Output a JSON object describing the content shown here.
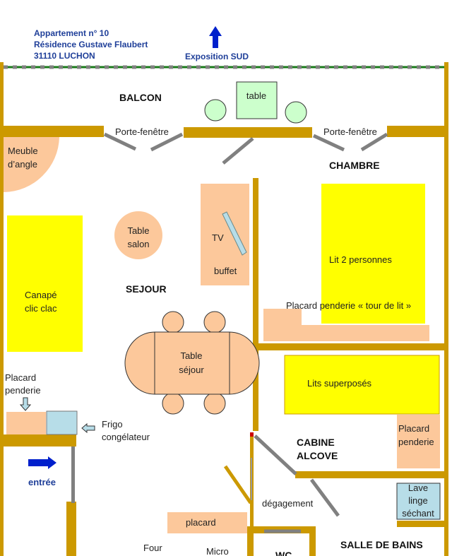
{
  "header": {
    "address_line1": "Appartement n° 10",
    "address_line2": "Résidence Gustave Flaubert",
    "address_line3": "31110 LUCHON",
    "exposure": "Exposition  SUD"
  },
  "colors": {
    "wall": "#cc9900",
    "furniture": "#fcc89b",
    "bed": "#ffff00",
    "appliance": "#b7dde8",
    "balcony_furniture": "#ccffcc",
    "door": "#808080",
    "text_blue": "#1f3f99",
    "arrow_blue": "#0020cc"
  },
  "rooms": {
    "balcon": "BALCON",
    "chambre": "CHAMBRE",
    "sejour": "SEJOUR",
    "cabine_alcove_1": "CABINE",
    "cabine_alcove_2": "ALCOVE",
    "salle_de_bains": "SALLE DE BAINS",
    "wc": "WC",
    "degagement": "dégagement"
  },
  "labels": {
    "porte_fenetre_left": "Porte-fenêtre",
    "porte_fenetre_right": "Porte-fenêtre",
    "balcony_table": "table",
    "meuble_angle_1": "Meuble",
    "meuble_angle_2": "d’angle",
    "table_salon_1": "Table",
    "table_salon_2": "salon",
    "tv": "TV",
    "buffet": "buffet",
    "canape_1": "Canapé",
    "canape_2": "clic clac",
    "table_sejour_1": "Table",
    "table_sejour_2": "séjour",
    "placard_penderie_left_1": "Placard",
    "placard_penderie_left_2": "penderie",
    "frigo_1": "Frigo",
    "frigo_2": "congélateur",
    "entree": "entrée",
    "lit_2_personnes": "Lit 2 personnes",
    "placard_tour_de_lit": "Placard penderie « tour de lit »",
    "lits_superposes": "Lits superposés",
    "placard_penderie_right_1": "Placard",
    "placard_penderie_right_2": "penderie",
    "lave_linge_1": "Lave",
    "lave_linge_2": "linge",
    "lave_linge_3": "séchant",
    "placard": "placard",
    "four": "Four",
    "micro": "Micro"
  }
}
